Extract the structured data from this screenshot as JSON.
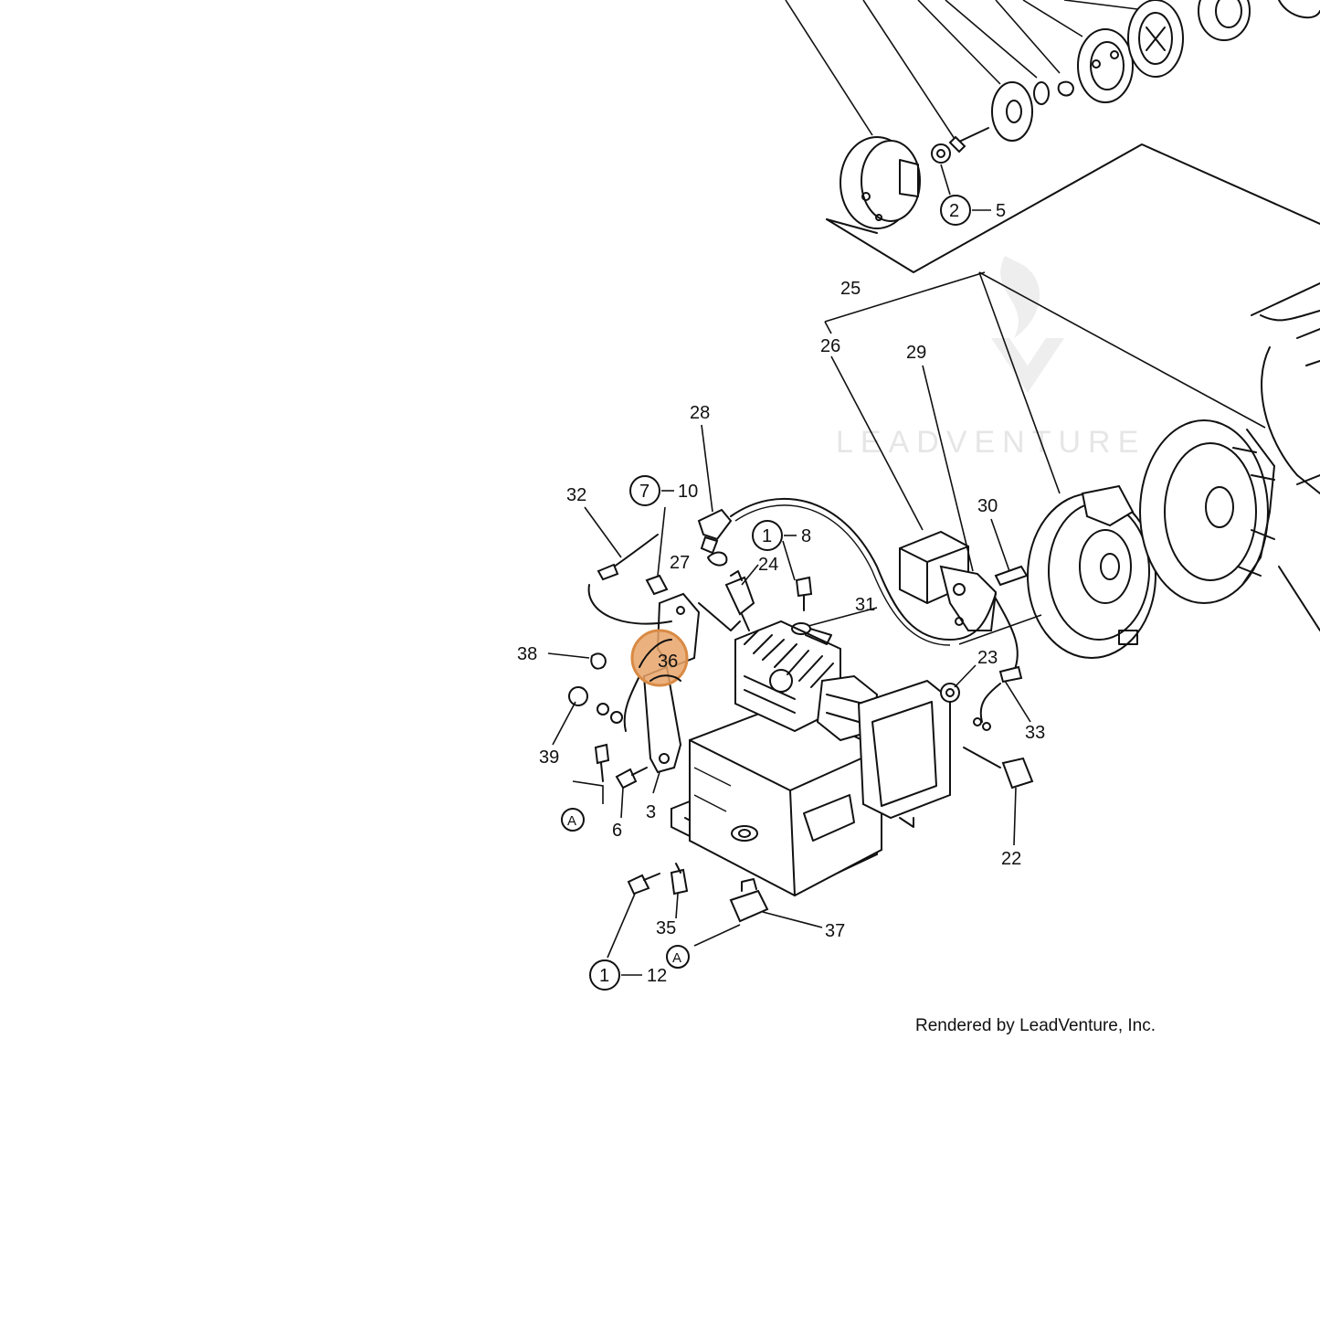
{
  "watermark": {
    "brand": "LEADVENTURE"
  },
  "footer": {
    "text": "Rendered by LeadVenture, Inc."
  },
  "highlight": {
    "label": "36",
    "color": "#e8a56a"
  },
  "callouts": {
    "c25": "25",
    "c26": "26",
    "c29": "29",
    "c28": "28",
    "c32": "32",
    "c10_circle": "7",
    "c10": "10",
    "c30": "30",
    "c8_circle": "1",
    "c8": "8",
    "c27": "27",
    "c24": "24",
    "c31": "31",
    "c38": "38",
    "c23": "23",
    "c33": "33",
    "c39": "39",
    "c3": "3",
    "c6": "6",
    "cA1": "A",
    "c22": "22",
    "c35": "35",
    "c37": "37",
    "cA2": "A",
    "c12_circle": "1",
    "c12": "12",
    "c5_circle": "2",
    "c5": "5"
  }
}
